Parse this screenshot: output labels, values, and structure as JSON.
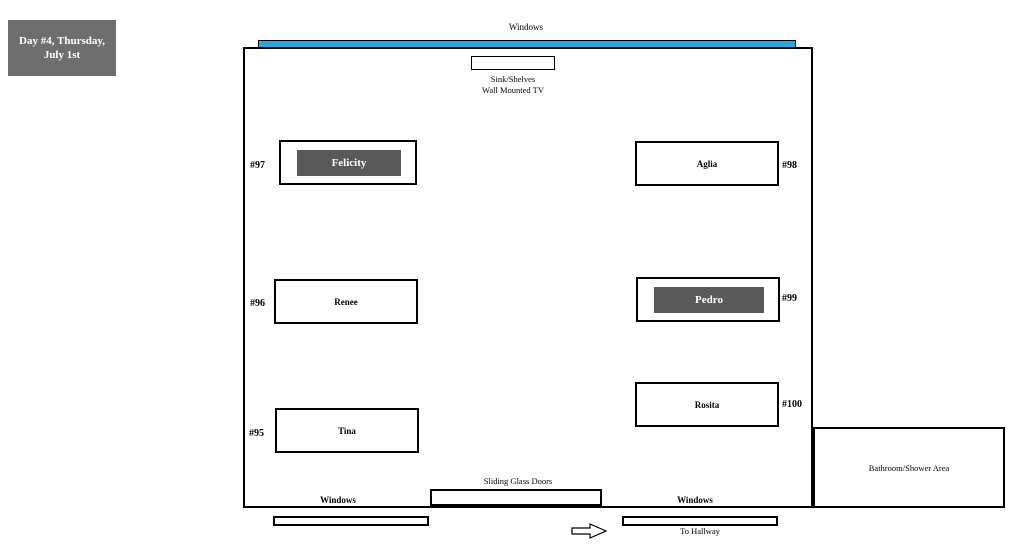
{
  "day_label": {
    "line1": "Day #4, Thursday,",
    "line2": "July 1st",
    "bg_color": "#6e6e6e",
    "text_color": "#ffffff"
  },
  "labels": {
    "windows_top": "Windows",
    "sink_shelves": "Sink/Shelves",
    "wall_mounted_tv": "Wall Mounted TV",
    "sliding_glass_doors": "Sliding Glass Doors",
    "windows_bottom_left": "Windows",
    "windows_bottom_right": "Windows",
    "to_hallway": "To Hallway",
    "bathroom": "Bathroom/Shower Area"
  },
  "colors": {
    "window_strip": "#29a8e0",
    "bed_highlight": "#595959",
    "outline": "#000000"
  },
  "beds": [
    {
      "number": "#97",
      "name": "Felicity",
      "side": "left",
      "highlighted": true
    },
    {
      "number": "#96",
      "name": "Renee",
      "side": "left",
      "highlighted": false
    },
    {
      "number": "#95",
      "name": "Tina",
      "side": "left",
      "highlighted": false
    },
    {
      "number": "#98",
      "name": "Aglia",
      "side": "right",
      "highlighted": false
    },
    {
      "number": "#99",
      "name": "Pedro",
      "side": "right",
      "highlighted": true
    },
    {
      "number": "#100",
      "name": "Rosita",
      "side": "right",
      "highlighted": false
    }
  ]
}
